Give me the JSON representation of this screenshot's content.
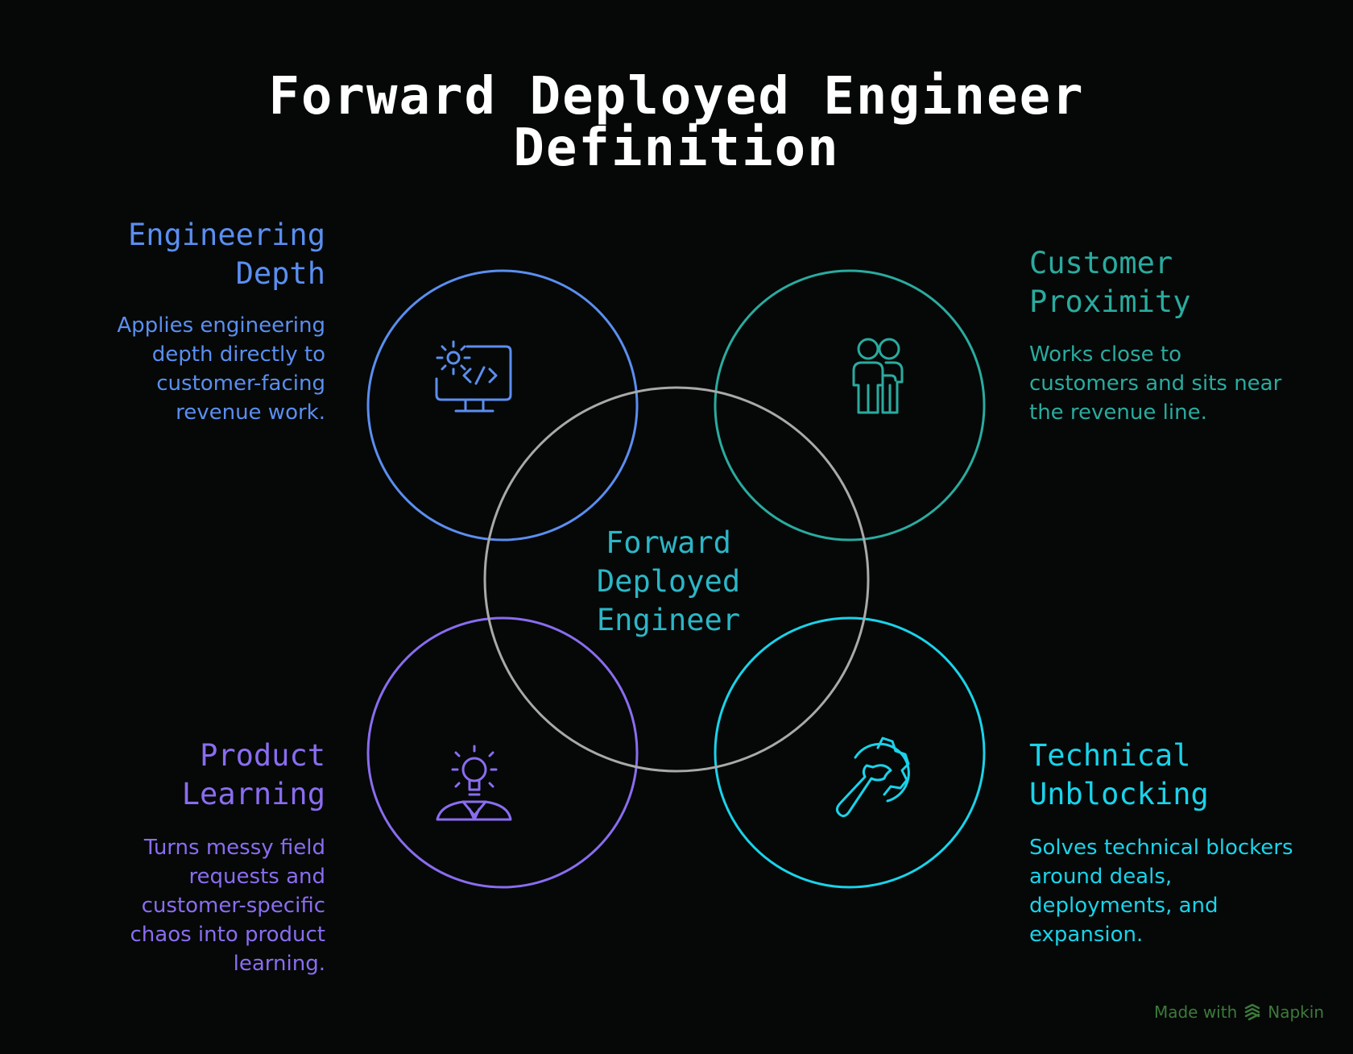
{
  "title": {
    "line1": "Forward Deployed Engineer",
    "line2": "Definition"
  },
  "center": {
    "line1": "Forward",
    "line2": "Deployed",
    "line3": "Engineer"
  },
  "sections": {
    "engineering_depth": {
      "heading_line1": "Engineering",
      "heading_line2": "Depth",
      "description": "Applies engineering depth directly to customer-facing revenue work.",
      "color": "#5b8ef0",
      "icon": "computer-code-gear-icon"
    },
    "customer_proximity": {
      "heading_line1": "Customer",
      "heading_line2": "Proximity",
      "description": "Works close to customers and sits near the revenue line.",
      "color": "#2aab9f",
      "icon": "people-group-icon"
    },
    "product_learning": {
      "heading_line1": "Product",
      "heading_line2": "Learning",
      "description": "Turns messy field requests and customer-specific chaos into product learning.",
      "color": "#8b6cf0",
      "icon": "lightbulb-person-icon"
    },
    "technical_unblocking": {
      "heading_line1": "Technical",
      "heading_line2": "Unblocking",
      "description": "Solves technical blockers around deals, deployments, and expansion.",
      "color": "#1ad3ea",
      "icon": "wrench-gear-icon"
    }
  },
  "center_circle_color": "#a9a9a9",
  "watermark": {
    "prefix": "Made with",
    "brand": "Napkin"
  }
}
